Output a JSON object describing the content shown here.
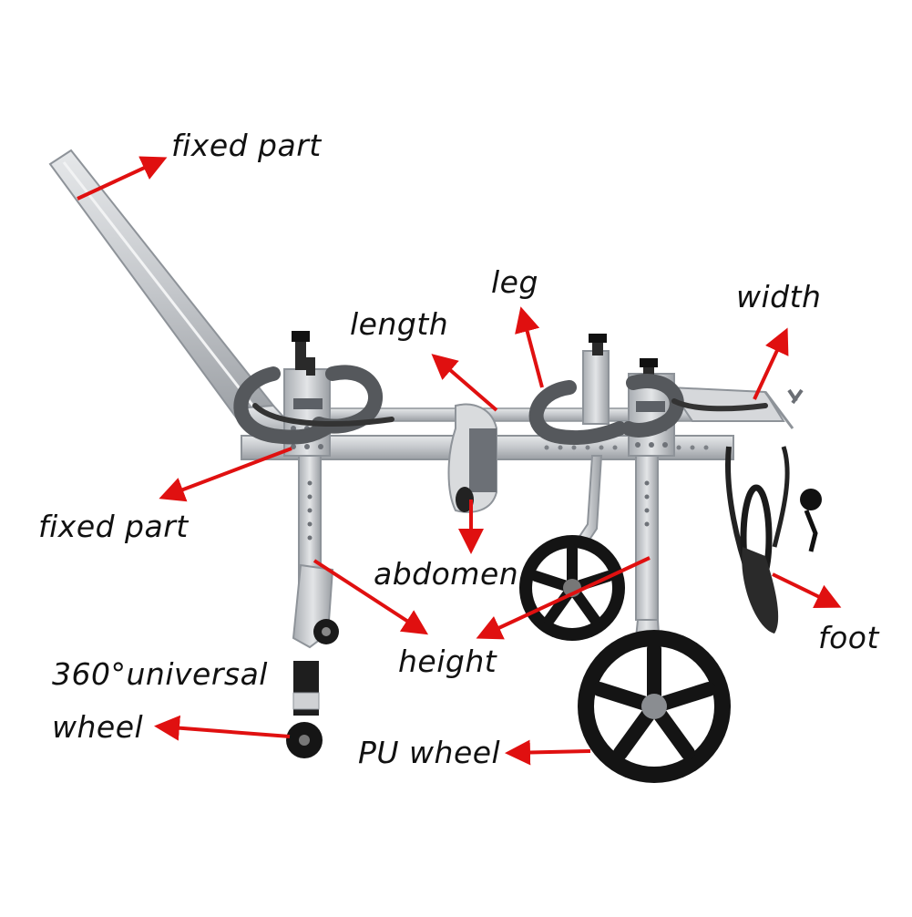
{
  "labels": {
    "fixed_part_top": "fixed part",
    "leg": "leg",
    "width": "width",
    "length": "length",
    "fixed_part_left": "fixed part",
    "abdomen": "abdomen",
    "height": "height",
    "universal_line1": "360°universal",
    "universal_line2": "wheel",
    "pu_wheel": "PU wheel",
    "foot": "foot"
  },
  "colors": {
    "arrow": "#e01010",
    "frame": "#c9ccd0",
    "frame_edge": "#8e9399",
    "foam": "#55585c",
    "tire": "#141414",
    "text": "#111111"
  }
}
